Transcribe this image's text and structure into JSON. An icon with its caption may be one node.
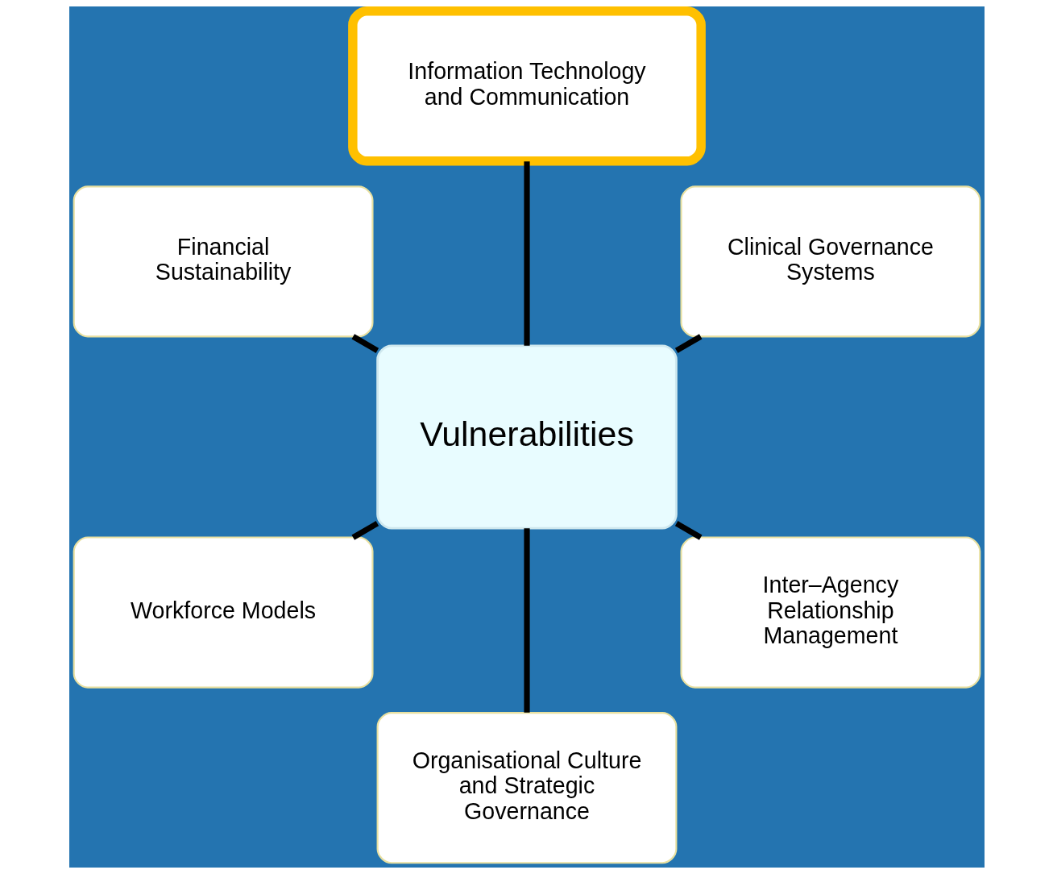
{
  "diagram": {
    "nodes": [
      {
        "text": [
          "Clinical Governance Systems"
        ]
      },
      {
        "text": [
          "Information Technology and Communication"
        ]
      },
      {
        "text": [
          "Financial Sustainability"
        ]
      },
      {
        "text": [
          "Vulnerabilities"
        ]
      },
      {
        "text": [
          "Workforce Models"
        ]
      },
      {
        "text": [
          "Organisational Culture and Strategic Governance"
        ]
      },
      {
        "text": [
          "Inter–Agency Relationship Management"
        ]
      }
    ],
    "edges": [
      {
        "from": 3,
        "to": 0,
        "arrow": "none"
      },
      {
        "from": 3,
        "to": 2,
        "arrow": "none"
      },
      {
        "from": 3,
        "to": 5,
        "arrow": "none"
      },
      {
        "from": 3,
        "to": 6,
        "arrow": "none"
      },
      {
        "from": 3,
        "to": 4,
        "arrow": "none"
      },
      {
        "from": 3,
        "to": 1,
        "arrow": "none"
      }
    ]
  }
}
